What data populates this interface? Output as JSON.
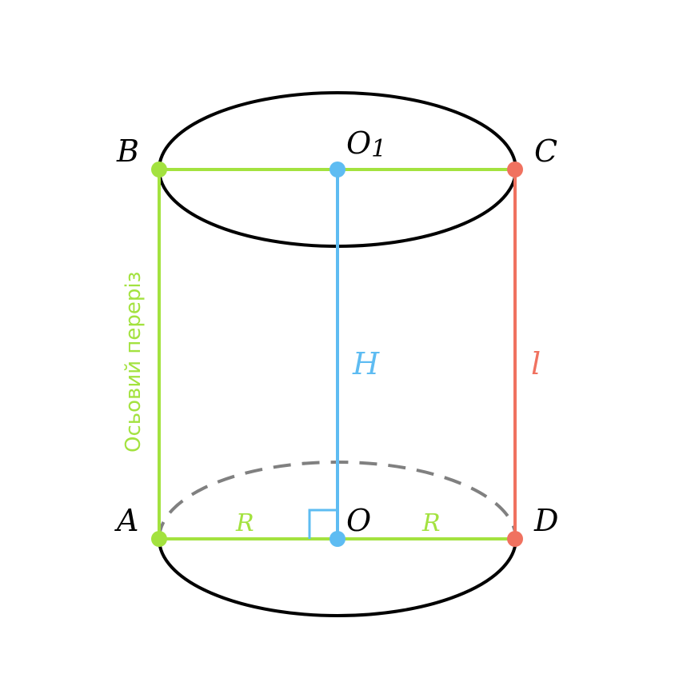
{
  "labels": {
    "A": "A",
    "B": "B",
    "C": "C",
    "D": "D",
    "O": "O",
    "O1_main": "O",
    "O1_sub": "1",
    "H": "H",
    "l": "l",
    "R_left": "R",
    "R_right": "R",
    "axial_section": "Осьовий переріз"
  },
  "colors": {
    "green": "#a3e23f",
    "blue": "#5ebcf2",
    "red": "#f07260",
    "outline": "#000000",
    "hidden": "#808080"
  }
}
